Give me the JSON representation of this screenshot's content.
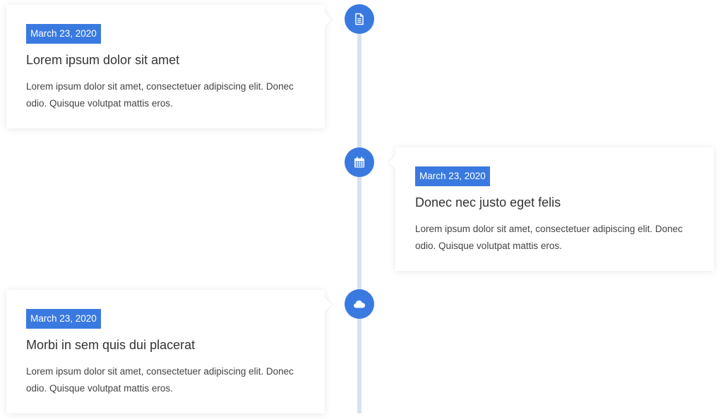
{
  "colors": {
    "accent": "#3a7ae0",
    "line": "#d5e3f1",
    "card_bg": "#ffffff",
    "title_text": "#333333",
    "body_text": "#444444"
  },
  "timeline": {
    "items": [
      {
        "side": "left",
        "icon": "document-icon",
        "date": "March 23, 2020",
        "title": "Lorem ipsum dolor sit amet",
        "text": "Lorem ipsum dolor sit amet, consectetuer adipiscing elit. Donec odio. Quisque volutpat mattis eros."
      },
      {
        "side": "right",
        "icon": "calendar-icon",
        "date": "March 23, 2020",
        "title": "Donec nec justo eget felis",
        "text": "Lorem ipsum dolor sit amet, consectetuer adipiscing elit. Donec odio. Quisque volutpat mattis eros."
      },
      {
        "side": "left",
        "icon": "cloud-icon",
        "date": "March 23, 2020",
        "title": "Morbi in sem quis dui placerat",
        "text": "Lorem ipsum dolor sit amet, consectetuer adipiscing elit. Donec odio. Quisque volutpat mattis eros."
      }
    ]
  }
}
